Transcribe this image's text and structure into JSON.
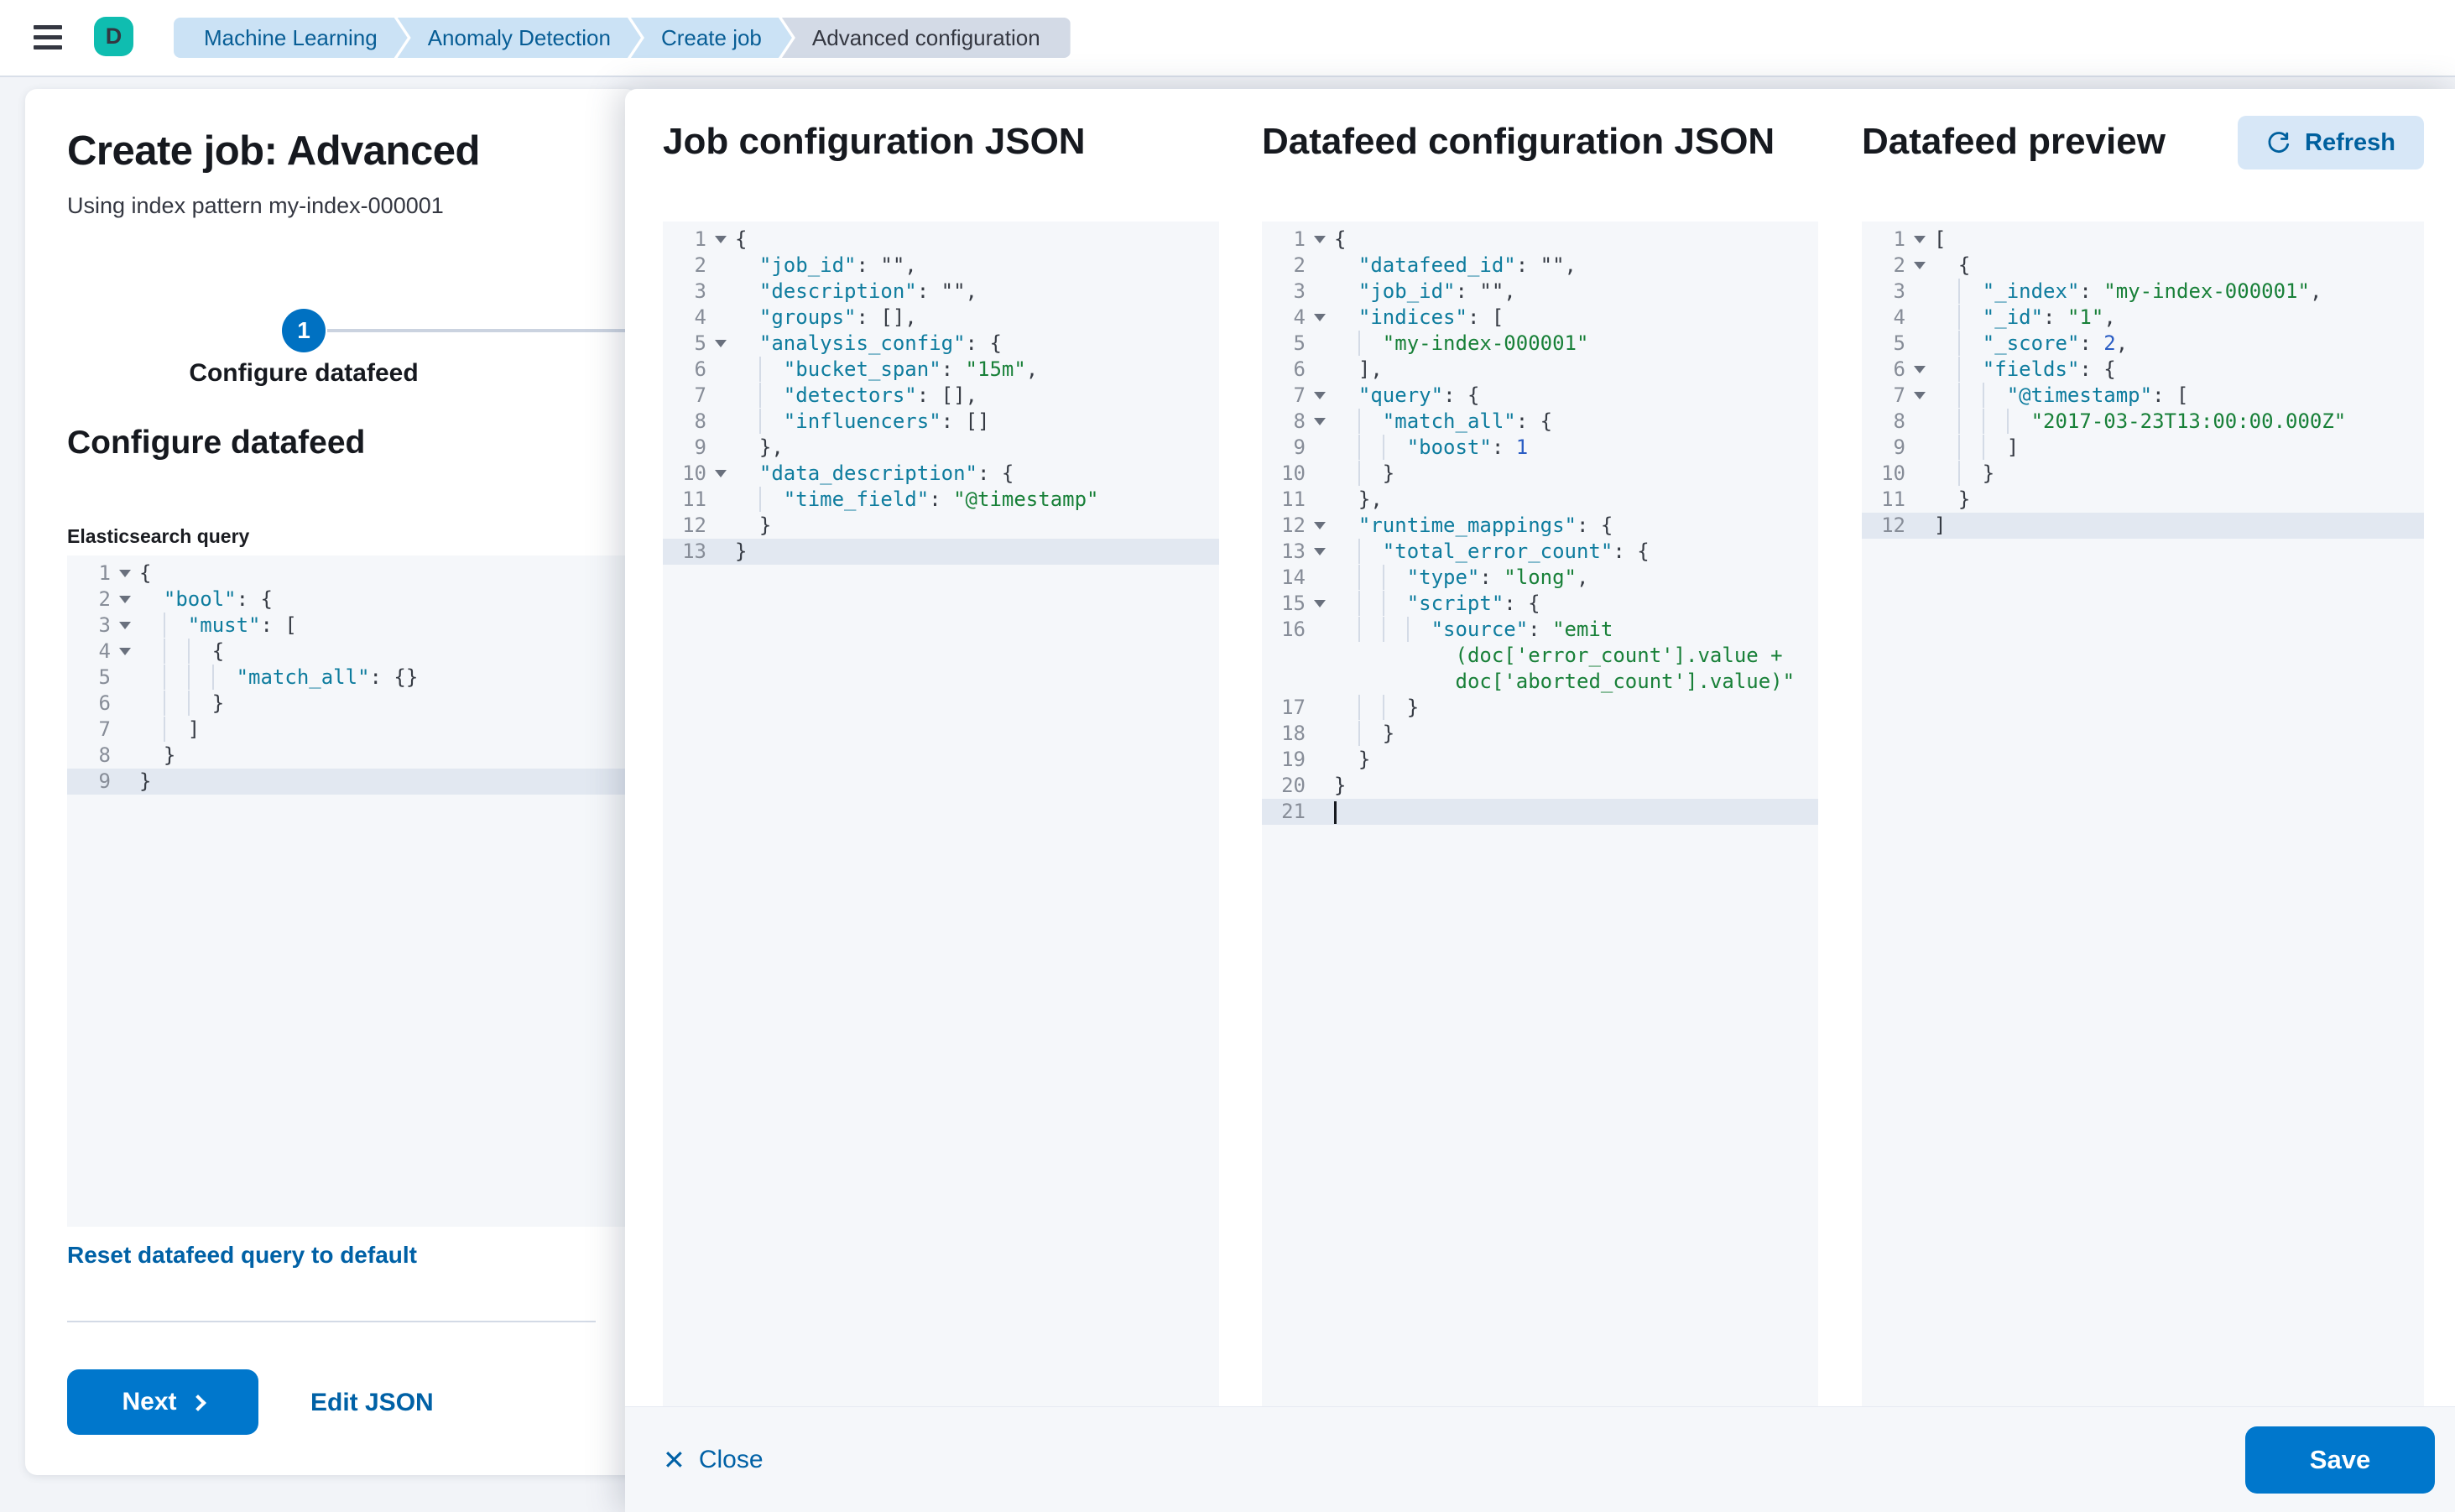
{
  "header": {
    "avatar_initial": "D",
    "breadcrumbs": [
      {
        "label": "Machine Learning"
      },
      {
        "label": "Anomaly Detection"
      },
      {
        "label": "Create job"
      },
      {
        "label": "Advanced configuration"
      }
    ]
  },
  "wizard": {
    "title": "Create job: Advanced",
    "subtitle": "Using index pattern my-index-000001",
    "step_number": "1",
    "step_label": "Configure datafeed",
    "section_heading": "Configure datafeed",
    "query_label": "Elasticsearch query",
    "reset_link": "Reset datafeed query to default",
    "next_label": "Next",
    "edit_json_label": "Edit JSON"
  },
  "flyout": {
    "panel1_title": "Job configuration JSON",
    "panel2_title": "Datafeed configuration JSON",
    "panel3_title": "Datafeed preview",
    "refresh_label": "Refresh",
    "close_label": "Close",
    "close_icon": "✕",
    "save_label": "Save"
  },
  "colors": {
    "accent": "#0077cc",
    "link": "#0061a6",
    "breadcrumb_bg": "#cbe2f5",
    "breadcrumb_text": "#075d95",
    "avatar_bg": "#0fbdb0",
    "token_key": "#0e7c9e",
    "token_string": "#188038",
    "token_number": "#2a5dc4",
    "editor_bg": "#f5f7fa",
    "active_line_bg": "#e2e8f1"
  },
  "editors": {
    "es_query": {
      "lines": [
        {
          "n": "1",
          "fold": true,
          "tokens": [
            [
              "p",
              "{"
            ]
          ]
        },
        {
          "n": "2",
          "fold": true,
          "tokens": [
            [
              "w",
              "  "
            ],
            [
              "k",
              "\"bool\""
            ],
            [
              "p",
              ": {"
            ]
          ]
        },
        {
          "n": "3",
          "fold": true,
          "tokens": [
            [
              "w",
              "  "
            ],
            [
              "g"
            ],
            [
              "k",
              "\"must\""
            ],
            [
              "p",
              ": ["
            ]
          ]
        },
        {
          "n": "4",
          "fold": true,
          "tokens": [
            [
              "w",
              "  "
            ],
            [
              "g"
            ],
            [
              "g"
            ],
            [
              "p",
              "{"
            ]
          ]
        },
        {
          "n": "5",
          "tokens": [
            [
              "w",
              "  "
            ],
            [
              "g"
            ],
            [
              "g"
            ],
            [
              "g"
            ],
            [
              "k",
              "\"match_all\""
            ],
            [
              "p",
              ": {}"
            ]
          ]
        },
        {
          "n": "6",
          "tokens": [
            [
              "w",
              "  "
            ],
            [
              "g"
            ],
            [
              "g"
            ],
            [
              "p",
              "}"
            ]
          ]
        },
        {
          "n": "7",
          "tokens": [
            [
              "w",
              "  "
            ],
            [
              "g"
            ],
            [
              "p",
              "]"
            ]
          ]
        },
        {
          "n": "8",
          "tokens": [
            [
              "w",
              "  "
            ],
            [
              "p",
              "}"
            ]
          ]
        },
        {
          "n": "9",
          "active": true,
          "tokens": [
            [
              "p",
              "}"
            ]
          ]
        }
      ]
    },
    "job_config": {
      "lines": [
        {
          "n": "1",
          "fold": true,
          "tokens": [
            [
              "p",
              "{"
            ]
          ]
        },
        {
          "n": "2",
          "tokens": [
            [
              "w",
              "  "
            ],
            [
              "k",
              "\"job_id\""
            ],
            [
              "p",
              ": \"\","
            ]
          ]
        },
        {
          "n": "3",
          "tokens": [
            [
              "w",
              "  "
            ],
            [
              "k",
              "\"description\""
            ],
            [
              "p",
              ": \"\","
            ]
          ]
        },
        {
          "n": "4",
          "tokens": [
            [
              "w",
              "  "
            ],
            [
              "k",
              "\"groups\""
            ],
            [
              "p",
              ": [],"
            ]
          ]
        },
        {
          "n": "5",
          "fold": true,
          "tokens": [
            [
              "w",
              "  "
            ],
            [
              "k",
              "\"analysis_config\""
            ],
            [
              "p",
              ": {"
            ]
          ]
        },
        {
          "n": "6",
          "tokens": [
            [
              "w",
              "  "
            ],
            [
              "g"
            ],
            [
              "k",
              "\"bucket_span\""
            ],
            [
              "p",
              ": "
            ],
            [
              "s",
              "\"15m\""
            ],
            [
              "p",
              ","
            ]
          ]
        },
        {
          "n": "7",
          "tokens": [
            [
              "w",
              "  "
            ],
            [
              "g"
            ],
            [
              "k",
              "\"detectors\""
            ],
            [
              "p",
              ": [],"
            ]
          ]
        },
        {
          "n": "8",
          "tokens": [
            [
              "w",
              "  "
            ],
            [
              "g"
            ],
            [
              "k",
              "\"influencers\""
            ],
            [
              "p",
              ": []"
            ]
          ]
        },
        {
          "n": "9",
          "tokens": [
            [
              "w",
              "  "
            ],
            [
              "p",
              "},"
            ]
          ]
        },
        {
          "n": "10",
          "fold": true,
          "tokens": [
            [
              "w",
              "  "
            ],
            [
              "k",
              "\"data_description\""
            ],
            [
              "p",
              ": {"
            ]
          ]
        },
        {
          "n": "11",
          "tokens": [
            [
              "w",
              "  "
            ],
            [
              "g"
            ],
            [
              "k",
              "\"time_field\""
            ],
            [
              "p",
              ": "
            ],
            [
              "s",
              "\"@timestamp\""
            ]
          ]
        },
        {
          "n": "12",
          "tokens": [
            [
              "w",
              "  "
            ],
            [
              "p",
              "}"
            ]
          ]
        },
        {
          "n": "13",
          "active": true,
          "tokens": [
            [
              "p",
              "}"
            ]
          ]
        }
      ]
    },
    "datafeed_config": {
      "lines": [
        {
          "n": "1",
          "fold": true,
          "tokens": [
            [
              "p",
              "{"
            ]
          ]
        },
        {
          "n": "2",
          "tokens": [
            [
              "w",
              "  "
            ],
            [
              "k",
              "\"datafeed_id\""
            ],
            [
              "p",
              ": \"\","
            ]
          ]
        },
        {
          "n": "3",
          "tokens": [
            [
              "w",
              "  "
            ],
            [
              "k",
              "\"job_id\""
            ],
            [
              "p",
              ": \"\","
            ]
          ]
        },
        {
          "n": "4",
          "fold": true,
          "tokens": [
            [
              "w",
              "  "
            ],
            [
              "k",
              "\"indices\""
            ],
            [
              "p",
              ": ["
            ]
          ]
        },
        {
          "n": "5",
          "tokens": [
            [
              "w",
              "  "
            ],
            [
              "g"
            ],
            [
              "s",
              "\"my-index-000001\""
            ]
          ]
        },
        {
          "n": "6",
          "tokens": [
            [
              "w",
              "  "
            ],
            [
              "p",
              "],"
            ]
          ]
        },
        {
          "n": "7",
          "fold": true,
          "tokens": [
            [
              "w",
              "  "
            ],
            [
              "k",
              "\"query\""
            ],
            [
              "p",
              ": {"
            ]
          ]
        },
        {
          "n": "8",
          "fold": true,
          "tokens": [
            [
              "w",
              "  "
            ],
            [
              "g"
            ],
            [
              "k",
              "\"match_all\""
            ],
            [
              "p",
              ": {"
            ]
          ]
        },
        {
          "n": "9",
          "tokens": [
            [
              "w",
              "  "
            ],
            [
              "g"
            ],
            [
              "g"
            ],
            [
              "k",
              "\"boost\""
            ],
            [
              "p",
              ": "
            ],
            [
              "nm",
              "1"
            ]
          ]
        },
        {
          "n": "10",
          "tokens": [
            [
              "w",
              "  "
            ],
            [
              "g"
            ],
            [
              "p",
              "}"
            ]
          ]
        },
        {
          "n": "11",
          "tokens": [
            [
              "w",
              "  "
            ],
            [
              "p",
              "},"
            ]
          ]
        },
        {
          "n": "12",
          "fold": true,
          "tokens": [
            [
              "w",
              "  "
            ],
            [
              "k",
              "\"runtime_mappings\""
            ],
            [
              "p",
              ": {"
            ]
          ]
        },
        {
          "n": "13",
          "fold": true,
          "tokens": [
            [
              "w",
              "  "
            ],
            [
              "g"
            ],
            [
              "k",
              "\"total_error_count\""
            ],
            [
              "p",
              ": {"
            ]
          ]
        },
        {
          "n": "14",
          "tokens": [
            [
              "w",
              "  "
            ],
            [
              "g"
            ],
            [
              "g"
            ],
            [
              "k",
              "\"type\""
            ],
            [
              "p",
              ": "
            ],
            [
              "s",
              "\"long\""
            ],
            [
              "p",
              ","
            ]
          ]
        },
        {
          "n": "15",
          "fold": true,
          "tokens": [
            [
              "w",
              "  "
            ],
            [
              "g"
            ],
            [
              "g"
            ],
            [
              "k",
              "\"script\""
            ],
            [
              "p",
              ": {"
            ]
          ]
        },
        {
          "n": "16",
          "tokens": [
            [
              "w",
              "  "
            ],
            [
              "g"
            ],
            [
              "g"
            ],
            [
              "g"
            ],
            [
              "k",
              "\"source\""
            ],
            [
              "p",
              ": "
            ],
            [
              "s",
              "\"emit"
            ]
          ]
        },
        {
          "n": "",
          "tokens": [
            [
              "w",
              "          "
            ],
            [
              "s",
              "(doc['error_count'].value +"
            ]
          ]
        },
        {
          "n": "",
          "tokens": [
            [
              "w",
              "          "
            ],
            [
              "s",
              "doc['aborted_count'].value)\""
            ]
          ]
        },
        {
          "n": "17",
          "tokens": [
            [
              "w",
              "  "
            ],
            [
              "g"
            ],
            [
              "g"
            ],
            [
              "p",
              "}"
            ]
          ]
        },
        {
          "n": "18",
          "tokens": [
            [
              "w",
              "  "
            ],
            [
              "g"
            ],
            [
              "p",
              "}"
            ]
          ]
        },
        {
          "n": "19",
          "tokens": [
            [
              "w",
              "  "
            ],
            [
              "p",
              "}"
            ]
          ]
        },
        {
          "n": "20",
          "tokens": [
            [
              "p",
              "}"
            ]
          ]
        },
        {
          "n": "21",
          "active": true,
          "cursor": true,
          "tokens": []
        }
      ]
    },
    "preview": {
      "lines": [
        {
          "n": "1",
          "fold": true,
          "tokens": [
            [
              "p",
              "["
            ]
          ]
        },
        {
          "n": "2",
          "fold": true,
          "tokens": [
            [
              "w",
              "  "
            ],
            [
              "p",
              "{"
            ]
          ]
        },
        {
          "n": "3",
          "tokens": [
            [
              "w",
              "  "
            ],
            [
              "g"
            ],
            [
              "k",
              "\"_index\""
            ],
            [
              "p",
              ": "
            ],
            [
              "s",
              "\"my-index-000001\""
            ],
            [
              "p",
              ","
            ]
          ]
        },
        {
          "n": "4",
          "tokens": [
            [
              "w",
              "  "
            ],
            [
              "g"
            ],
            [
              "k",
              "\"_id\""
            ],
            [
              "p",
              ": "
            ],
            [
              "s",
              "\"1\""
            ],
            [
              "p",
              ","
            ]
          ]
        },
        {
          "n": "5",
          "tokens": [
            [
              "w",
              "  "
            ],
            [
              "g"
            ],
            [
              "k",
              "\"_score\""
            ],
            [
              "p",
              ": "
            ],
            [
              "nm",
              "2"
            ],
            [
              "p",
              ","
            ]
          ]
        },
        {
          "n": "6",
          "fold": true,
          "tokens": [
            [
              "w",
              "  "
            ],
            [
              "g"
            ],
            [
              "k",
              "\"fields\""
            ],
            [
              "p",
              ": {"
            ]
          ]
        },
        {
          "n": "7",
          "fold": true,
          "tokens": [
            [
              "w",
              "  "
            ],
            [
              "g"
            ],
            [
              "g"
            ],
            [
              "k",
              "\"@timestamp\""
            ],
            [
              "p",
              ": ["
            ]
          ]
        },
        {
          "n": "8",
          "tokens": [
            [
              "w",
              "  "
            ],
            [
              "g"
            ],
            [
              "g"
            ],
            [
              "g"
            ],
            [
              "s",
              "\"2017-03-23T13:00:00.000Z\""
            ]
          ]
        },
        {
          "n": "9",
          "tokens": [
            [
              "w",
              "  "
            ],
            [
              "g"
            ],
            [
              "g"
            ],
            [
              "p",
              "]"
            ]
          ]
        },
        {
          "n": "10",
          "tokens": [
            [
              "w",
              "  "
            ],
            [
              "g"
            ],
            [
              "p",
              "}"
            ]
          ]
        },
        {
          "n": "11",
          "tokens": [
            [
              "w",
              "  "
            ],
            [
              "p",
              "}"
            ]
          ]
        },
        {
          "n": "12",
          "active": true,
          "tokens": [
            [
              "p",
              "]"
            ]
          ]
        }
      ]
    }
  }
}
